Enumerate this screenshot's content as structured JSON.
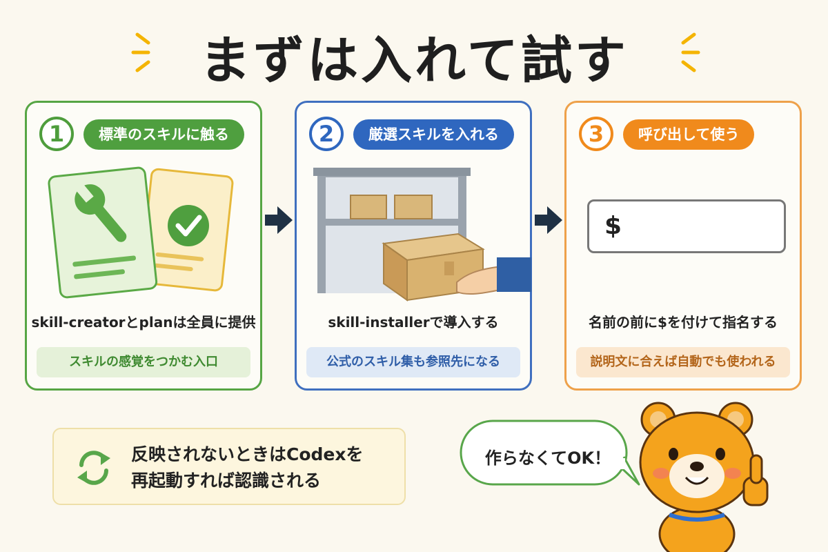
{
  "title": "まずは入れて試す",
  "steps": [
    {
      "number": "1",
      "label": "標準のスキルに触る",
      "description": "skill-creatorとplanは全員に提供",
      "note": "スキルの感覚をつかむ入口"
    },
    {
      "number": "2",
      "label": "厳選スキルを入れる",
      "description": "skill-installerで導入する",
      "note": "公式のスキル集も参照先になる"
    },
    {
      "number": "3",
      "label": "呼び出して使う",
      "command_prompt": "$",
      "description": "名前の前に$を付けて指名する",
      "note": "説明文に合えば自動でも使われる"
    }
  ],
  "tip": {
    "line1": "反映されないときはCodexを",
    "line2": "再起動すれば認識される"
  },
  "bubble": "作らなくてOK！",
  "colors": {
    "step1": "#4f9f3f",
    "step2": "#2f67bf",
    "step3": "#f08a1c",
    "background": "#fbf8ef"
  },
  "icons": [
    "wrench-icon",
    "checkmark-icon",
    "shelf-box-icon",
    "refresh-icon",
    "bear-mascot",
    "arrow-right-icon"
  ]
}
